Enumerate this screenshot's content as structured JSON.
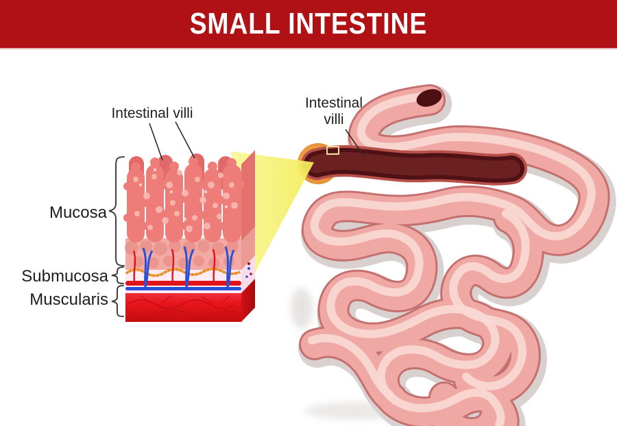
{
  "header": {
    "title": "SMALL INTESTINE",
    "background_color": "#b01114",
    "text_color": "#ffffff"
  },
  "labels": {
    "villi_left": "Intestinal villi",
    "mucosa": "Mucosa",
    "submucosa": "Submucosa",
    "muscularis": "Muscularis",
    "villi_right_line1": "Intestinal",
    "villi_right_line2": "villi"
  },
  "colors": {
    "header_red": "#b01114",
    "label_text": "#1d1d1b",
    "villi_pink": "#ee7c78",
    "mucosa_base": "#f4aaa4",
    "submucosa_pale": "#fdeaf3",
    "vessel_red": "#e01318",
    "vessel_blue": "#2b50d8",
    "muscularis_red": "#e8151b",
    "tube_pink": "#f0a8a5",
    "tube_edge": "#c4706e",
    "tube_highlight": "#fad9d4",
    "halo_grey": "#d8d1d0",
    "open_section_maroon": "#4f1115",
    "glow_orange": "#ea9434",
    "zoom_cone_yellow": "#f7f478"
  }
}
